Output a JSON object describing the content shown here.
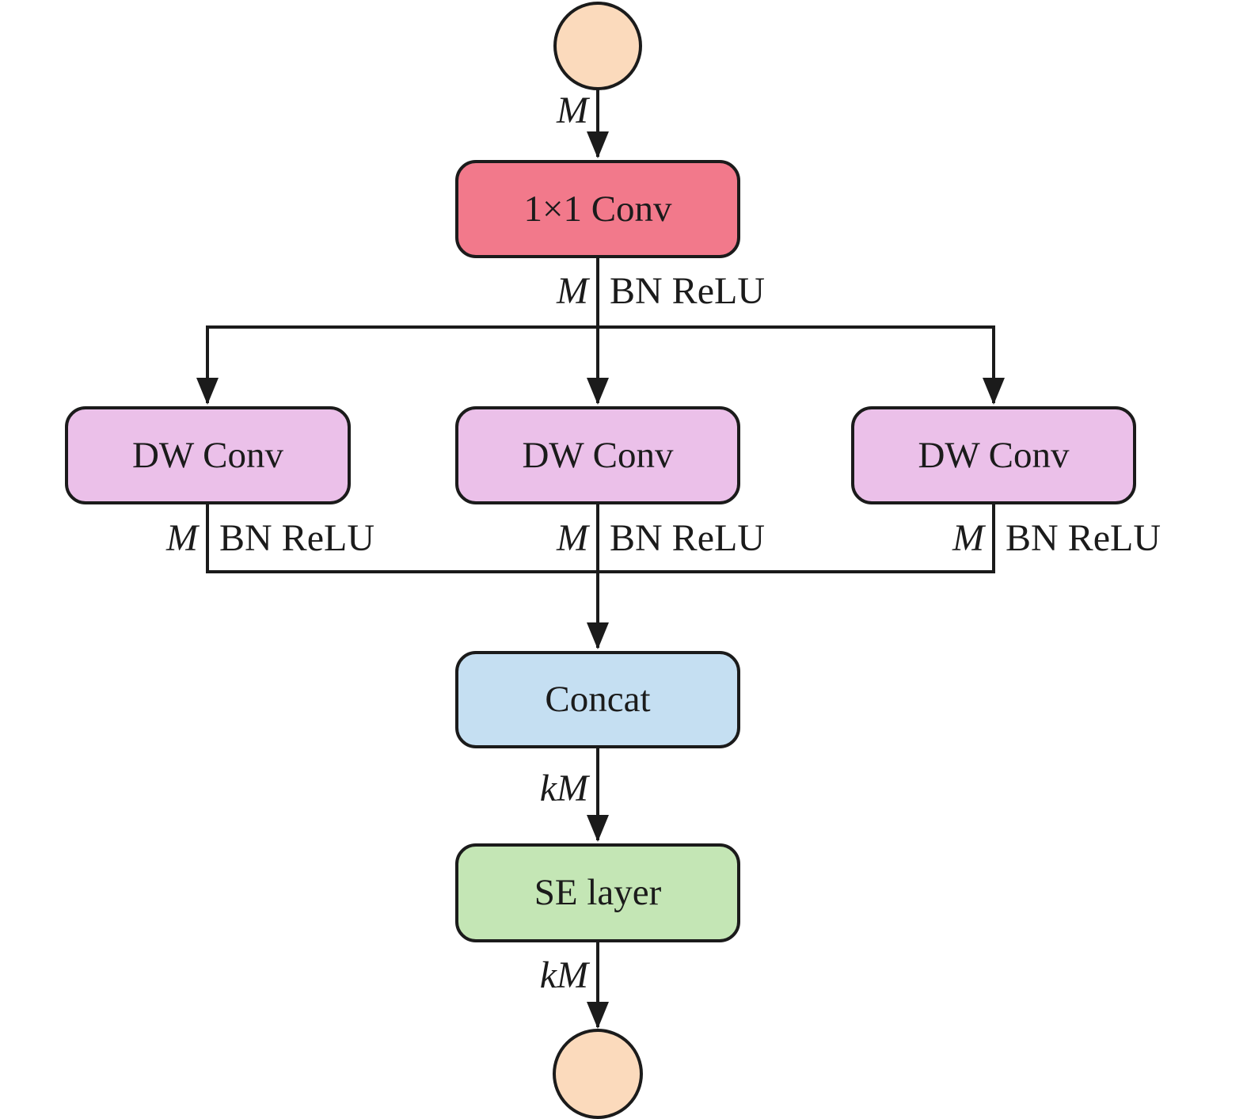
{
  "colors": {
    "conv1x1_fill": "#F2798B",
    "dwconv_fill": "#EBC0E9",
    "concat_fill": "#C5DFF2",
    "se_fill": "#C4E6B5",
    "terminal_fill": "#FBDABC",
    "stroke": "#1b1b1b"
  },
  "nodes": {
    "conv1x1": {
      "label": "1×1 Conv"
    },
    "dw_left": {
      "label": "DW Conv"
    },
    "dw_center": {
      "label": "DW Conv"
    },
    "dw_right": {
      "label": "DW Conv"
    },
    "concat": {
      "label": "Concat"
    },
    "se": {
      "label": "SE layer"
    }
  },
  "edges": {
    "input": {
      "channels": "M"
    },
    "after_conv1x1": {
      "channels": "M",
      "ops": "BN ReLU"
    },
    "after_dw_left": {
      "channels": "M",
      "ops": "BN ReLU"
    },
    "after_dw_center": {
      "channels": "M",
      "ops": "BN ReLU"
    },
    "after_dw_right": {
      "channels": "M",
      "ops": "BN ReLU"
    },
    "after_concat": {
      "channels": "kM"
    },
    "after_se": {
      "channels": "kM"
    }
  }
}
